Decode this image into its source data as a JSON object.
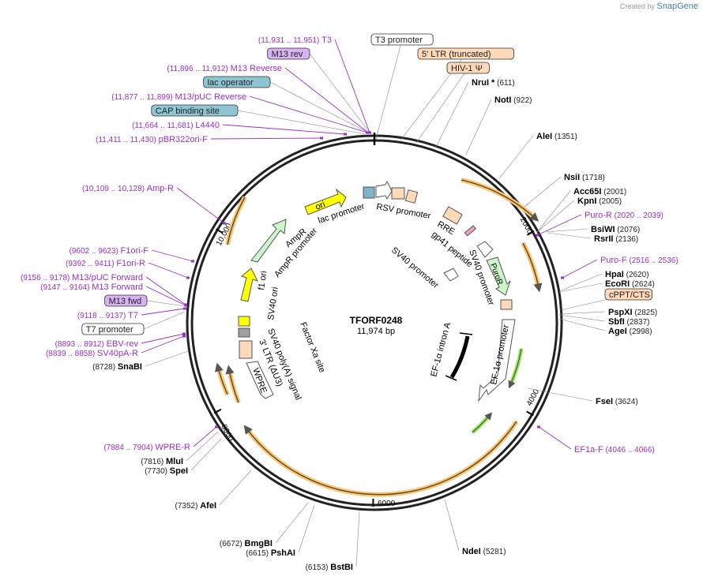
{
  "brand": {
    "created_by": "Created by",
    "app": "SnapGene"
  },
  "plasmid": {
    "name": "TFORF0248",
    "size_label": "11,974 bp",
    "length": 11974
  },
  "ticks": [
    {
      "bp": 2000,
      "label": "2000"
    },
    {
      "bp": 4000,
      "label": "4000"
    },
    {
      "bp": 6000,
      "label": "6000"
    },
    {
      "bp": 8000,
      "label": "8000"
    },
    {
      "bp": 10000,
      "label": "10,000"
    }
  ],
  "labels": [
    {
      "kind": "primer",
      "coords": "(11,931 .. 11,951)",
      "name": "T3"
    },
    {
      "kind": "box-purple",
      "name": "M13 rev"
    },
    {
      "kind": "primer",
      "coords": "(11,896 .. 11,912)",
      "name": "M13 Reverse"
    },
    {
      "kind": "box-teal",
      "name": "lac operator"
    },
    {
      "kind": "primer",
      "coords": "(11,877 .. 11,899)",
      "name": "M13/pUC Reverse"
    },
    {
      "kind": "box-teal",
      "name": "CAP binding site"
    },
    {
      "kind": "primer",
      "coords": "(11,664 .. 11,681)",
      "name": "L4440"
    },
    {
      "kind": "primer",
      "coords": "(11,411 .. 11,430)",
      "name": "pBR322ori-F"
    },
    {
      "kind": "primer",
      "coords": "(10,109 .. 10,128)",
      "name": "Amp-R"
    },
    {
      "kind": "primer",
      "coords": "(9602 .. 9623)",
      "name": "F1ori-F"
    },
    {
      "kind": "primer",
      "coords": "(9392 .. 9411)",
      "name": "F1ori-R"
    },
    {
      "kind": "primer",
      "coords": "(9156 .. 9178)",
      "name": "M13/pUC Forward"
    },
    {
      "kind": "primer",
      "coords": "(9147 .. 9164)",
      "name": "M13 Forward"
    },
    {
      "kind": "box-purple",
      "name": "M13 fwd"
    },
    {
      "kind": "primer",
      "coords": "(9118 .. 9137)",
      "name": "T7"
    },
    {
      "kind": "box-white",
      "name": "T7 promoter"
    },
    {
      "kind": "primer",
      "coords": "(8893 .. 8912)",
      "name": "EBV-rev"
    },
    {
      "kind": "primer",
      "coords": "(8839 .. 8858)",
      "name": "SV40pA-R"
    },
    {
      "kind": "enzyme",
      "coords": "(8728)",
      "name": "SnaBI"
    },
    {
      "kind": "primer",
      "coords": "(7884 .. 7904)",
      "name": "WPRE-R"
    },
    {
      "kind": "enzyme",
      "coords": "(7816)",
      "name": "MluI"
    },
    {
      "kind": "enzyme",
      "coords": "(7730)",
      "name": "SpeI"
    },
    {
      "kind": "enzyme",
      "coords": "(7352)",
      "name": "AfeI"
    },
    {
      "kind": "enzyme",
      "coords": "(6672)",
      "name": "BmgBI"
    },
    {
      "kind": "enzyme",
      "coords": "(6615)",
      "name": "PshAI"
    },
    {
      "kind": "enzyme",
      "coords": "(6153)",
      "name": "BstBI"
    },
    {
      "kind": "enzyme",
      "coords": "(5281)",
      "name": "NdeI"
    },
    {
      "kind": "primer",
      "coords": "(4046 .. 4066)",
      "name": "EF1a-F"
    },
    {
      "kind": "enzyme",
      "coords": "(3624)",
      "name": "FseI"
    },
    {
      "kind": "enzyme",
      "coords": "(2998)",
      "name": "AgeI"
    },
    {
      "kind": "enzyme",
      "coords": "(2837)",
      "name": "SbfI"
    },
    {
      "kind": "enzyme",
      "coords": "(2825)",
      "name": "PspXI"
    },
    {
      "kind": "box-peach",
      "name": "cPPT/CTS"
    },
    {
      "kind": "enzyme",
      "coords": "(2624)",
      "name": "EcoRI"
    },
    {
      "kind": "enzyme",
      "coords": "(2620)",
      "name": "HpaI"
    },
    {
      "kind": "primer",
      "coords": "(2516 .. 2536)",
      "name": "Puro-F"
    },
    {
      "kind": "enzyme",
      "coords": "(2136)",
      "name": "RsrII"
    },
    {
      "kind": "enzyme",
      "coords": "(2076)",
      "name": "BsiWI"
    },
    {
      "kind": "primer",
      "coords": "(2020 .. 2039)",
      "name": "Puro-R"
    },
    {
      "kind": "enzyme",
      "coords": "(2005)",
      "name": "KpnI"
    },
    {
      "kind": "enzyme",
      "coords": "(2001)",
      "name": "Acc65I"
    },
    {
      "kind": "enzyme",
      "coords": "(1718)",
      "name": "NsiI"
    },
    {
      "kind": "enzyme",
      "coords": "(1351)",
      "name": "AleI"
    },
    {
      "kind": "enzyme",
      "coords": "(922)",
      "name": "NotI"
    },
    {
      "kind": "enzyme",
      "coords": "(611)",
      "name": "NruI *"
    },
    {
      "kind": "box-peach",
      "name": "HIV-1 Ψ"
    },
    {
      "kind": "box-peach",
      "name": "5' LTR (truncated)"
    },
    {
      "kind": "box-white",
      "name": "T3 promoter"
    }
  ],
  "features": [
    {
      "name": "lac promoter"
    },
    {
      "name": "ori"
    },
    {
      "name": "AmpR"
    },
    {
      "name": "AmpR promoter"
    },
    {
      "name": "f1 ori"
    },
    {
      "name": "SV40 ori"
    },
    {
      "name": "RSV promoter"
    },
    {
      "name": "RRE"
    },
    {
      "name": "gp41 peptide"
    },
    {
      "name": "SV40 promoter"
    },
    {
      "name": "SV40 promoter"
    },
    {
      "name": "PuroR"
    },
    {
      "name": "EF-1α promoter"
    },
    {
      "name": "EF-1α intron A"
    },
    {
      "name": "Factor Xa site"
    },
    {
      "name": "SV40 poly(A) signal"
    },
    {
      "name": "3' LTR (ΔU3)"
    },
    {
      "name": "WPRE"
    }
  ]
}
